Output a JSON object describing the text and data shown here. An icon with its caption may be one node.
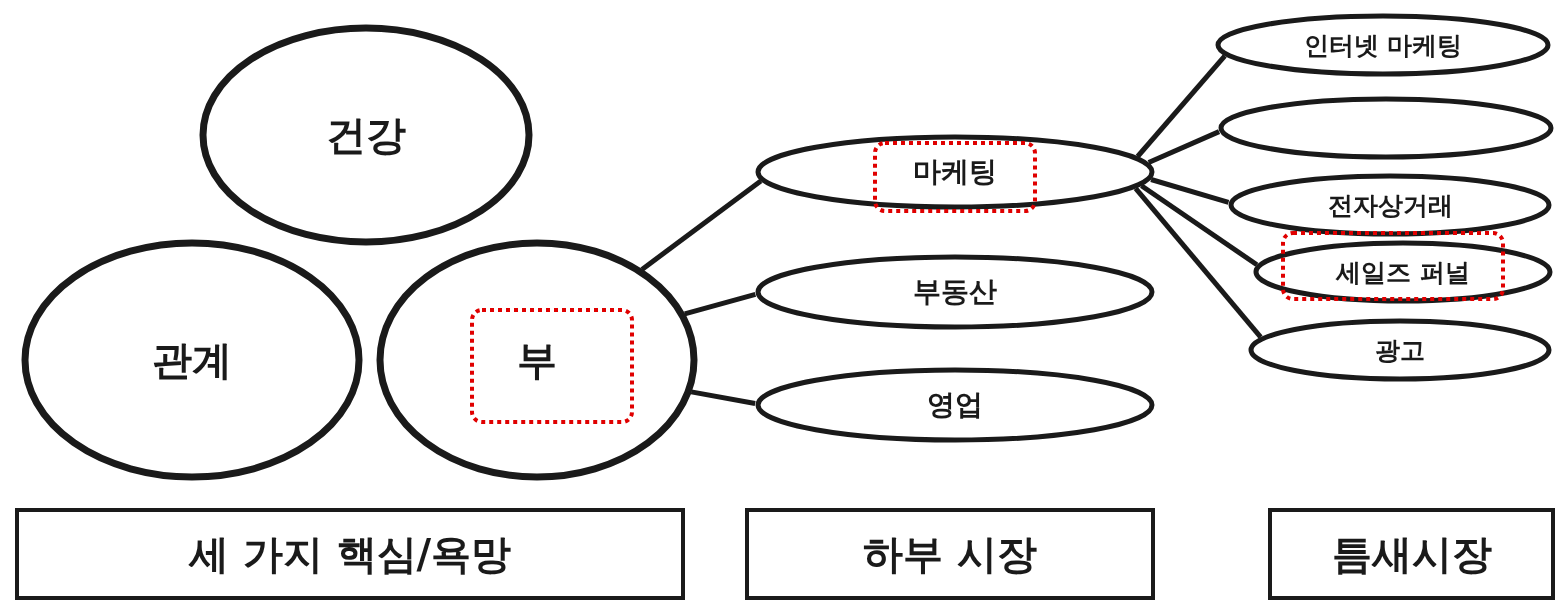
{
  "diagram": {
    "nodes": [
      {
        "text": [
          "건강"
        ]
      },
      {
        "text": [
          "관계"
        ]
      },
      {
        "text": [
          "부"
        ]
      },
      {
        "text": [
          "마케팅"
        ]
      },
      {
        "text": [
          "부동산"
        ]
      },
      {
        "text": [
          "영업"
        ]
      },
      {
        "text": [
          "인터넷 마케팅"
        ]
      },
      {
        "text": [],
        "shape": "ellipse"
      },
      {
        "text": [
          "전자상거래"
        ]
      },
      {
        "text": [
          "세일즈 퍼널"
        ]
      },
      {
        "text": [
          "광고"
        ]
      },
      {
        "text": [
          "세 가지 핵심/욕망"
        ]
      },
      {
        "text": [
          "하부 시장"
        ]
      },
      {
        "text": [
          "틈새시장"
        ]
      }
    ],
    "edges": [
      {
        "from": 2,
        "to": 3,
        "arrow": "none"
      },
      {
        "from": 2,
        "to": 4,
        "arrow": "none"
      },
      {
        "from": 2,
        "to": 5,
        "arrow": "none"
      },
      {
        "from": 3,
        "to": 6,
        "arrow": "none"
      },
      {
        "from": 3,
        "to": 7,
        "arrow": "none"
      },
      {
        "from": 3,
        "to": 8,
        "arrow": "none"
      },
      {
        "from": 3,
        "to": 9,
        "arrow": "none"
      },
      {
        "from": 3,
        "to": 10,
        "arrow": "none"
      }
    ]
  }
}
